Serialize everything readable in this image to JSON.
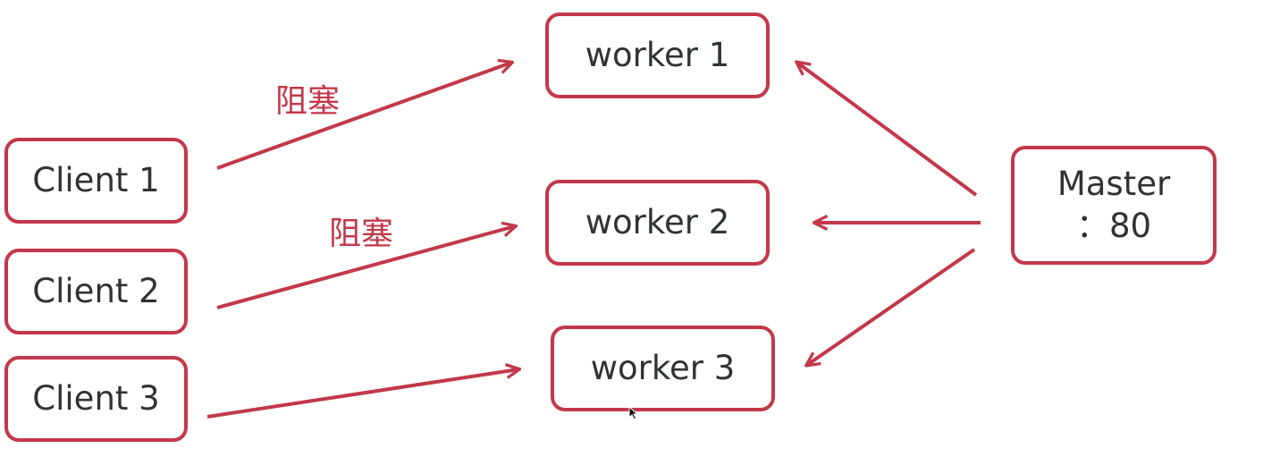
{
  "colors": {
    "accent": "#c2384a",
    "text": "#2f3336",
    "background": "#ffffff"
  },
  "nodes": {
    "client_1": "Client 1",
    "client_2": "Client 2",
    "client_3": "Client 3",
    "worker_1": "worker 1",
    "worker_2": "worker 2",
    "worker_3": "worker 3",
    "master_line_1": "Master",
    "master_line_2": "：80"
  },
  "edge_labels": {
    "client1_to_worker1": "阻塞",
    "client2_to_worker2": "阻塞"
  },
  "icons": {
    "cursor": "mouse-pointer-icon"
  }
}
